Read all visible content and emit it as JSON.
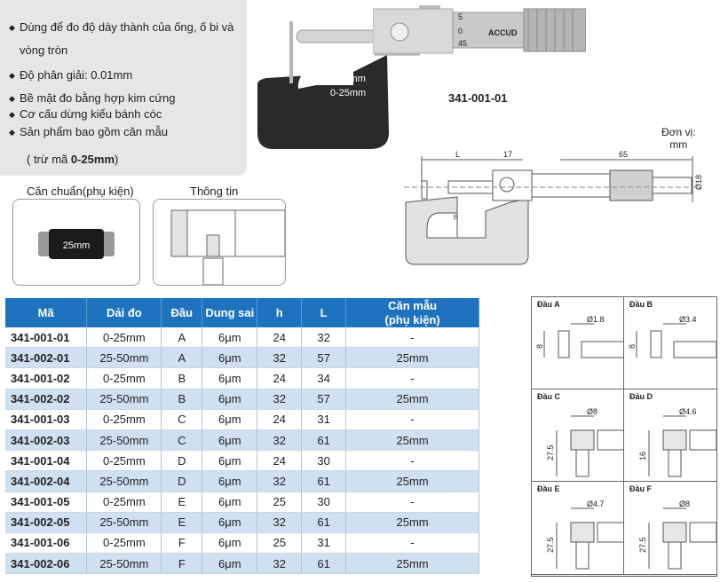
{
  "features": [
    "Dùng để đo độ dày thành của ống, ố bi và",
    "vòng tròn",
    "Độ phân giải: 0.01mm",
    "Bề mặt đo bằng hợp kim cứng",
    "Cơ cấu dừng kiểu bánh cóc",
    "Sản phẩm bao gồm căn mẫu"
  ],
  "note_prefix": "( trừ mã ",
  "note_code": "0-25mm",
  "note_suffix": ")",
  "standard_caption": "Căn chuẩn(phụ kiện)",
  "standard_label": "25mm",
  "info_caption": "Thông tin",
  "product": {
    "brand": "ACCUD",
    "frame_line1": "0.01mm",
    "frame_line2": "0-25mm",
    "model": "341-001-01",
    "thimble_digits": [
      "5",
      "0",
      "45"
    ]
  },
  "drawing": {
    "unit_line1": "Đơn vị:",
    "unit_line2": "mm",
    "dim_L": "L",
    "dim_17": "17",
    "dim_65": "65",
    "dim_h": "h",
    "dim_d18": "Ø18"
  },
  "table": {
    "headers": [
      "Mã",
      "Dải đo",
      "Đầu",
      "Dung sai",
      "h",
      "L",
      "Căn mẫu",
      "(phụ kiện)"
    ],
    "rows": [
      [
        "341-001-01",
        "0-25mm",
        "A",
        "6μm",
        "24",
        "32",
        "-"
      ],
      [
        "341-002-01",
        "25-50mm",
        "A",
        "6μm",
        "32",
        "57",
        "25mm"
      ],
      [
        "341-001-02",
        "0-25mm",
        "B",
        "6μm",
        "24",
        "34",
        "-"
      ],
      [
        "341-002-02",
        "25-50mm",
        "B",
        "6μm",
        "32",
        "57",
        "25mm"
      ],
      [
        "341-001-03",
        "0-25mm",
        "C",
        "6μm",
        "24",
        "31",
        "-"
      ],
      [
        "341-002-03",
        "25-50mm",
        "C",
        "6μm",
        "32",
        "61",
        "25mm"
      ],
      [
        "341-001-04",
        "0-25mm",
        "D",
        "6μm",
        "24",
        "30",
        "-"
      ],
      [
        "341-002-04",
        "25-50mm",
        "D",
        "6μm",
        "32",
        "61",
        "25mm"
      ],
      [
        "341-001-05",
        "0-25mm",
        "E",
        "6μm",
        "25",
        "30",
        "-"
      ],
      [
        "341-002-05",
        "25-50mm",
        "E",
        "6μm",
        "32",
        "61",
        "25mm"
      ],
      [
        "341-001-06",
        "0-25mm",
        "F",
        "6μm",
        "25",
        "31",
        "-"
      ],
      [
        "341-002-06",
        "25-50mm",
        "F",
        "6μm",
        "32",
        "61",
        "25mm"
      ]
    ]
  },
  "heads": [
    {
      "title": "Đầu A",
      "dia": "Ø1.8",
      "len": "8"
    },
    {
      "title": "Đầu B",
      "dia": "Ø3.4",
      "len": "8"
    },
    {
      "title": "Đầu C",
      "dia": "Ø8",
      "len": "27.5"
    },
    {
      "title": "Đầu D",
      "dia": "Ø4.6",
      "len": "16"
    },
    {
      "title": "Đầu E",
      "dia": "Ø4.7",
      "len": "27.5"
    },
    {
      "title": "Đầu F",
      "dia": "Ø8",
      "len": "27.5"
    }
  ]
}
